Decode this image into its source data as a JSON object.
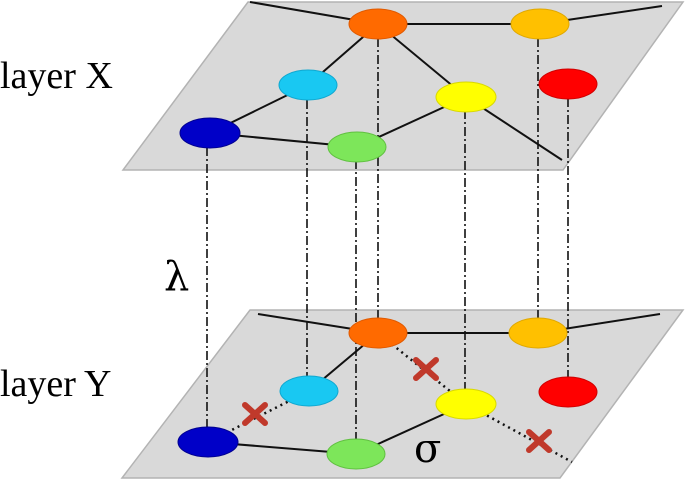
{
  "labels": {
    "layer_x": "layer X",
    "layer_y": "layer Y",
    "lambda": "λ",
    "sigma": "σ"
  },
  "colors": {
    "plane_fill": "#d9d9d9",
    "plane_stroke": "#b3b3b3",
    "edge": "#111111",
    "orange": "#ff6a00",
    "amber": "#ffc000",
    "light-blue": "#19c8f2",
    "yellow": "#ffff00",
    "red": "#ff0000",
    "dark-blue": "#0000c8",
    "green": "#7de65a",
    "cross": "#c0392b"
  },
  "nodes": [
    "orange",
    "amber",
    "light-blue",
    "yellow",
    "red",
    "dark-blue",
    "green"
  ]
}
